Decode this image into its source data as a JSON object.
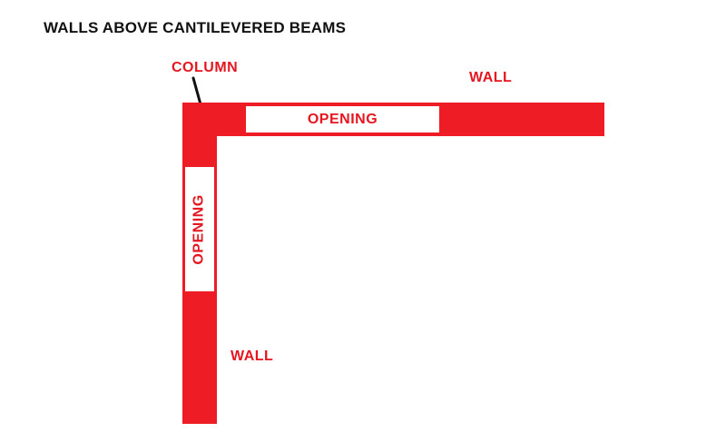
{
  "title": "WALLS ABOVE CANTILEVERED BEAMS",
  "labels": {
    "column": "COLUMN",
    "wall_top": "WALL",
    "wall_left": "WALL",
    "opening_top": "OPENING",
    "opening_left": "OPENING"
  },
  "colors": {
    "wall": "#ee1c24",
    "label": "#e5161f",
    "title": "#111111"
  }
}
